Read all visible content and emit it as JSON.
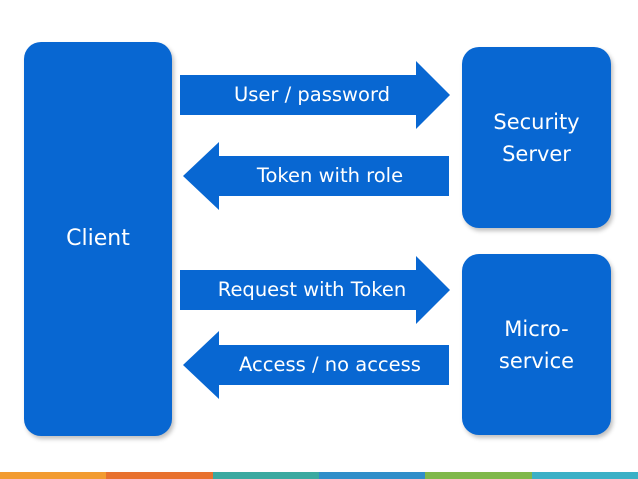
{
  "nodes": {
    "client": {
      "label": "Client"
    },
    "security_server": {
      "label": "Security\nServer"
    },
    "microservice": {
      "label": "Micro-\nservice"
    }
  },
  "arrows": [
    {
      "id": "user-password",
      "label": "User / password",
      "direction": "right"
    },
    {
      "id": "token-with-role",
      "label": "Token with role",
      "direction": "left"
    },
    {
      "id": "request-with-token",
      "label": "Request with Token",
      "direction": "right"
    },
    {
      "id": "access-no-access",
      "label": "Access / no access",
      "direction": "left"
    }
  ],
  "colors": {
    "box_fill": "#0867d2",
    "text": "#ffffff",
    "stripe": [
      "#f29b30",
      "#e8712e",
      "#3aa9a0",
      "#2f8ec9",
      "#7fb84a",
      "#3ab0c6"
    ]
  }
}
